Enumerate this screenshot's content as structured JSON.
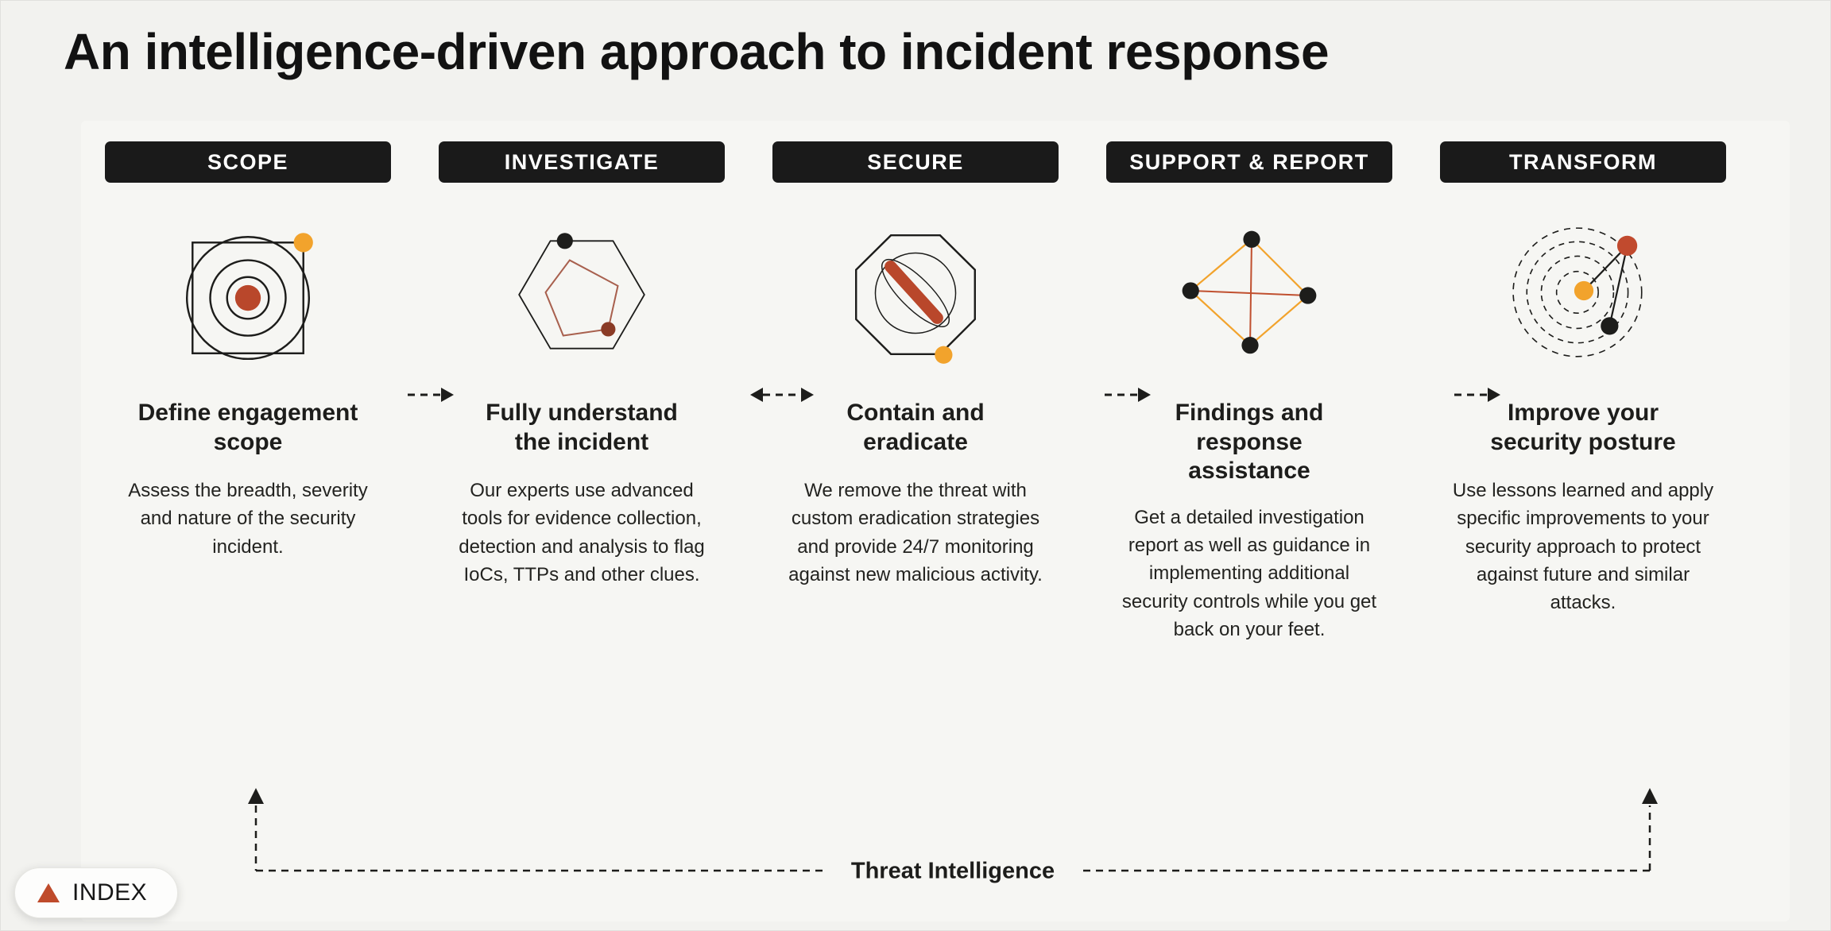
{
  "title": "An intelligence-driven approach to incident response",
  "stages": [
    {
      "header": "SCOPE",
      "icon": "target-scope-icon",
      "heading": "Define engagement scope",
      "body": "Assess the breadth, severity and nature of the security incident."
    },
    {
      "header": "INVESTIGATE",
      "icon": "hexagon-trace-icon",
      "heading": "Fully understand the incident",
      "body": "Our experts use advanced tools for evidence collection, detection and analysis to flag IoCs, TTPs and other clues."
    },
    {
      "header": "SECURE",
      "icon": "octagon-block-icon",
      "heading": "Contain and eradicate",
      "body": "We remove the threat with custom eradication strategies and provide 24/7 monitoring against new malicious activity."
    },
    {
      "header": "SUPPORT & REPORT",
      "icon": "network-diamond-icon",
      "heading": "Findings and response assistance",
      "body": "Get a detailed investigation report as well as guidance in implementing additional security controls while you get back on your feet."
    },
    {
      "header": "TRANSFORM",
      "icon": "radar-rings-icon",
      "heading": "Improve your security posture",
      "body": "Use lessons learned and apply specific improvements to your security approach to protect against future and similar attacks."
    }
  ],
  "flow": {
    "threat_intelligence_label": "Threat Intelligence"
  },
  "index_button": {
    "label": "INDEX"
  },
  "colors": {
    "rust": "#b9472b",
    "orange": "#f2a32c",
    "header_bg": "#1a1a1a",
    "background": "#f2f2ef",
    "text": "#1d1d1b"
  }
}
